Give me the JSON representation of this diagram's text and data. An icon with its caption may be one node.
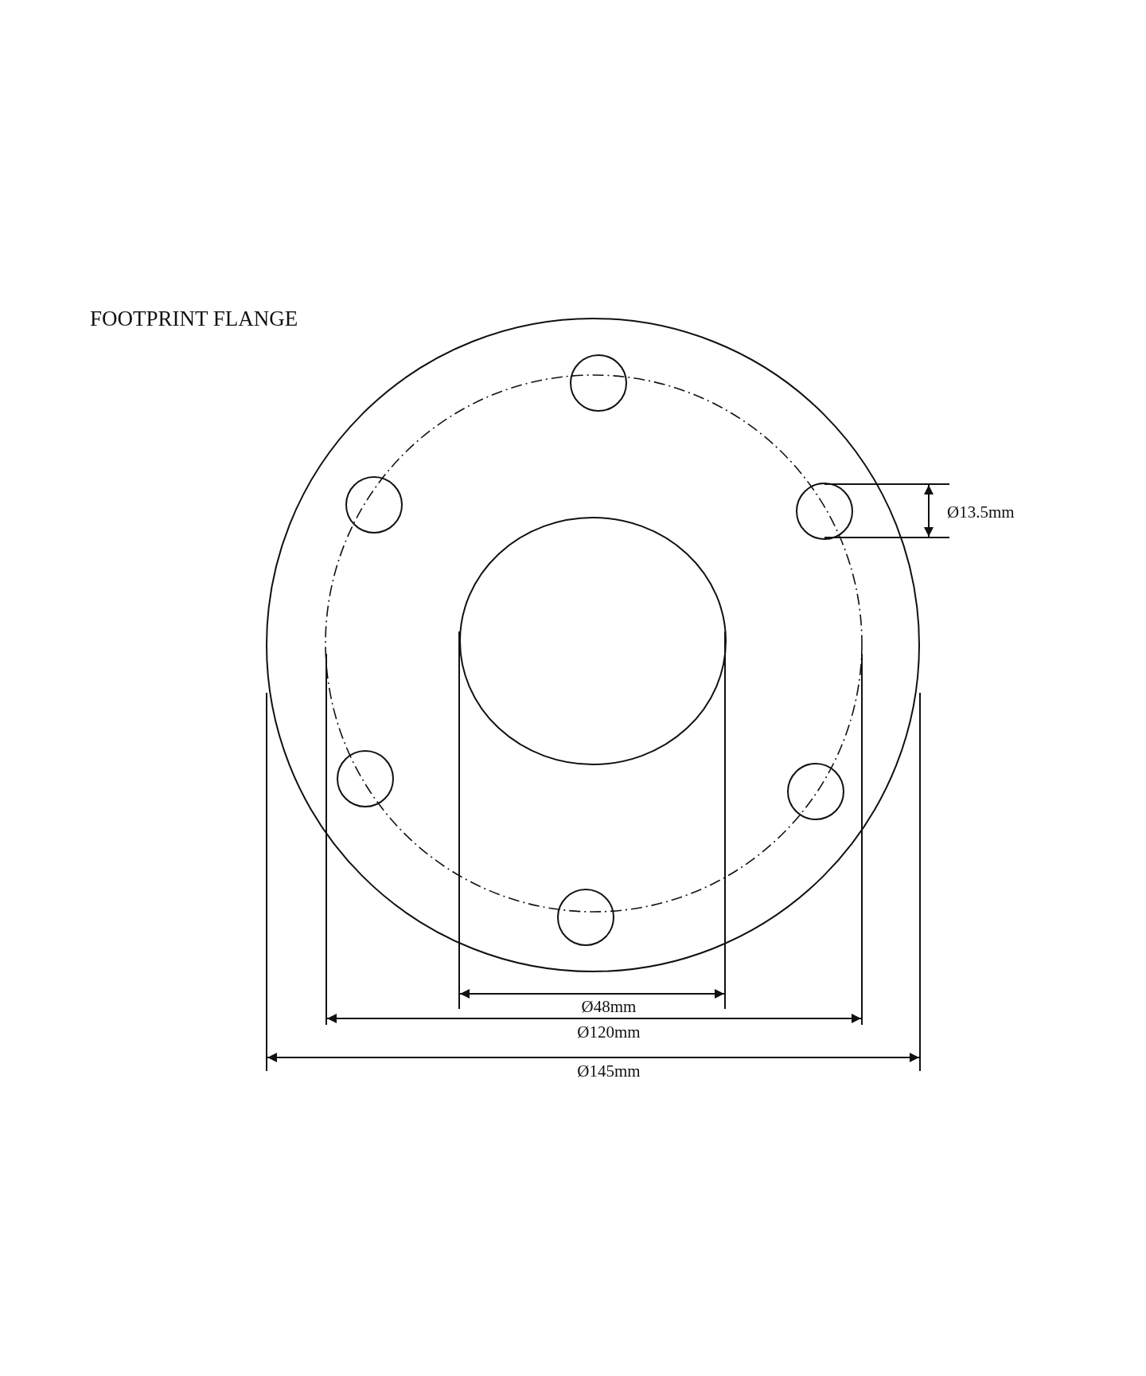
{
  "diagram": {
    "title": "FOOTPRINT FLANGE",
    "labels": [
      "Ø13.5mm",
      "Ø48mm",
      "Ø120mm",
      "Ø145mm"
    ]
  }
}
